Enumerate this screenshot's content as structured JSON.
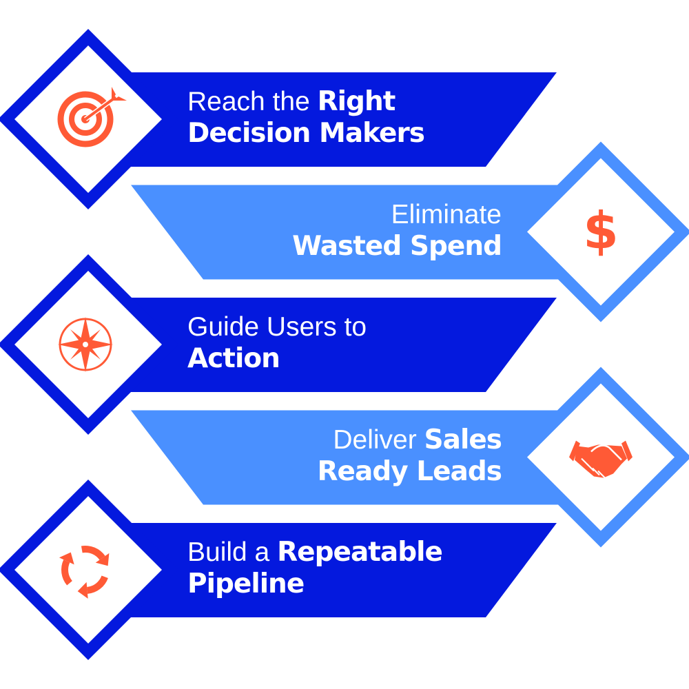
{
  "colors": {
    "dark": "#0419DE",
    "light": "#4A90FF",
    "accent": "#FF5A36"
  },
  "steps": [
    {
      "icon": "target-icon",
      "line1": [
        {
          "t": "Reach the ",
          "b": false
        },
        {
          "t": "Right",
          "b": true
        }
      ],
      "line2": [
        {
          "t": "Decision Makers",
          "b": true
        }
      ]
    },
    {
      "icon": "dollar-icon",
      "glyph": "$",
      "line1": [
        {
          "t": "Eliminate",
          "b": false
        }
      ],
      "line2": [
        {
          "t": "Wasted Spend",
          "b": true
        }
      ]
    },
    {
      "icon": "compass-icon",
      "line1": [
        {
          "t": "Guide Users to",
          "b": false
        }
      ],
      "line2": [
        {
          "t": "Action",
          "b": true
        }
      ]
    },
    {
      "icon": "handshake-icon",
      "line1": [
        {
          "t": "Deliver ",
          "b": false
        },
        {
          "t": "Sales",
          "b": true
        }
      ],
      "line2": [
        {
          "t": "Ready Leads",
          "b": true
        }
      ]
    },
    {
      "icon": "cycle-arrows-icon",
      "line1": [
        {
          "t": "Build a ",
          "b": false
        },
        {
          "t": "Repeatable",
          "b": true
        }
      ],
      "line2": [
        {
          "t": "Pipeline",
          "b": true
        }
      ]
    }
  ]
}
